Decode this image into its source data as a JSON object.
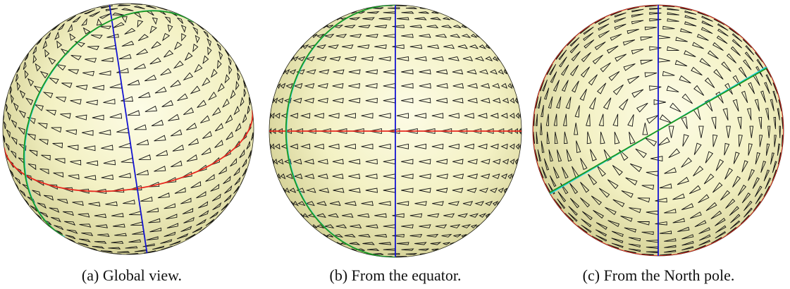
{
  "figure": {
    "panels": [
      {
        "id": "a",
        "caption": "(a)  Global view."
      },
      {
        "id": "b",
        "caption": "(b)  From the equator."
      },
      {
        "id": "c",
        "caption": "(c)  From the North pole."
      }
    ]
  },
  "colors": {
    "sphere_light": "#fdfce6",
    "sphere_mid": "#f3f1c4",
    "sphere_dark": "#cfcb8e",
    "glyph_stroke": "#111111",
    "equator_line": "#e8281e",
    "meridian_blue": "#1414d2",
    "meridian_cyan": "#1ed2e6",
    "meridian_green": "#1e961e"
  }
}
